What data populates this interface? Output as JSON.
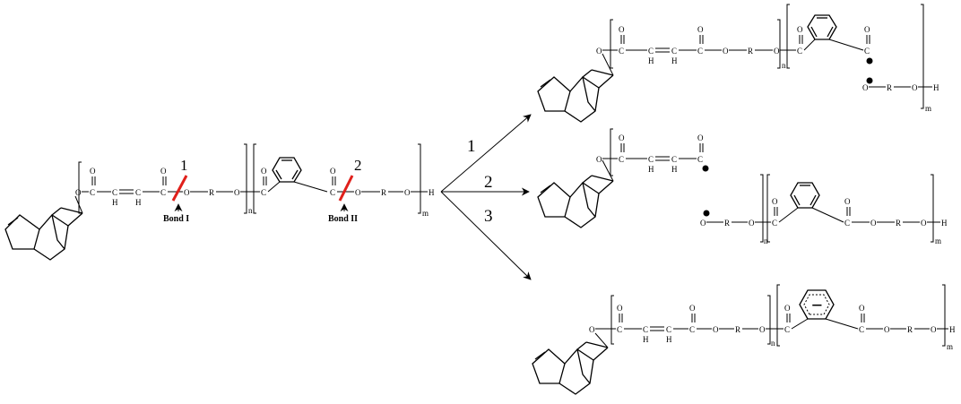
{
  "atoms": {
    "O": "O",
    "C": "C",
    "H": "H",
    "R": "R"
  },
  "subscripts": {
    "n": "n",
    "m": "m"
  },
  "bonds": {
    "bond_i": "Bond I",
    "bond_ii": "Bond II"
  },
  "cleavage_marks": [
    "1",
    "2"
  ],
  "pathways": [
    "1",
    "2",
    "3"
  ],
  "radical_symbol": "•",
  "anion_symbol": "−",
  "colors": {
    "cleavage": "#e0201b",
    "structure": "#000000"
  }
}
